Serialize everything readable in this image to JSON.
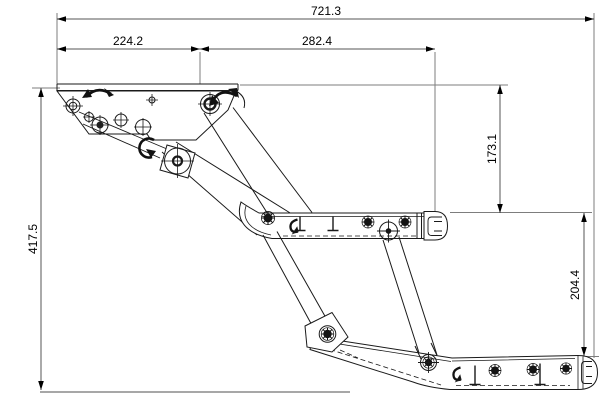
{
  "drawing": {
    "dimensions": {
      "overall_width": "721.3",
      "top_left_segment": "224.2",
      "top_right_segment": "282.4",
      "upper_step_drop": "173.1",
      "lower_step_drop": "204.4",
      "overall_height": "417.5"
    },
    "colors": {
      "background": "#ffffff",
      "part_outline": "#1a1a1a",
      "dimension_lines": "#6e6e6e",
      "text": "#000000"
    }
  }
}
